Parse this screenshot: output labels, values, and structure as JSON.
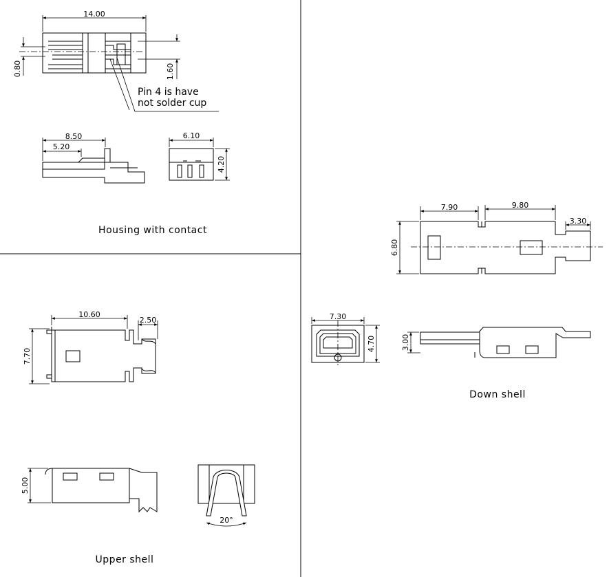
{
  "housing": {
    "caption": "Housing with contact",
    "note_line1": "Pin 4 is have",
    "note_line2": "not solder cup",
    "dim_length": "14.00",
    "dim_pitch": "0.80",
    "dim_width": "1.60",
    "dim_side_total": "8.50",
    "dim_side_inner": "5.20",
    "dim_front_width": "6.10",
    "dim_front_height": "4.20"
  },
  "upper_shell": {
    "caption": "Upper shell",
    "dim_length": "10.60",
    "dim_tail": "2.50",
    "dim_width": "7.70",
    "dim_height": "5.00",
    "dim_angle": "20°"
  },
  "down_shell": {
    "caption": "Down shell",
    "dim_front": "7.90",
    "dim_mid": "9.80",
    "dim_tail": "3.30",
    "dim_width": "6.80",
    "dim_face_width": "7.30",
    "dim_face_height": "4.70",
    "dim_side_height": "3.00"
  }
}
